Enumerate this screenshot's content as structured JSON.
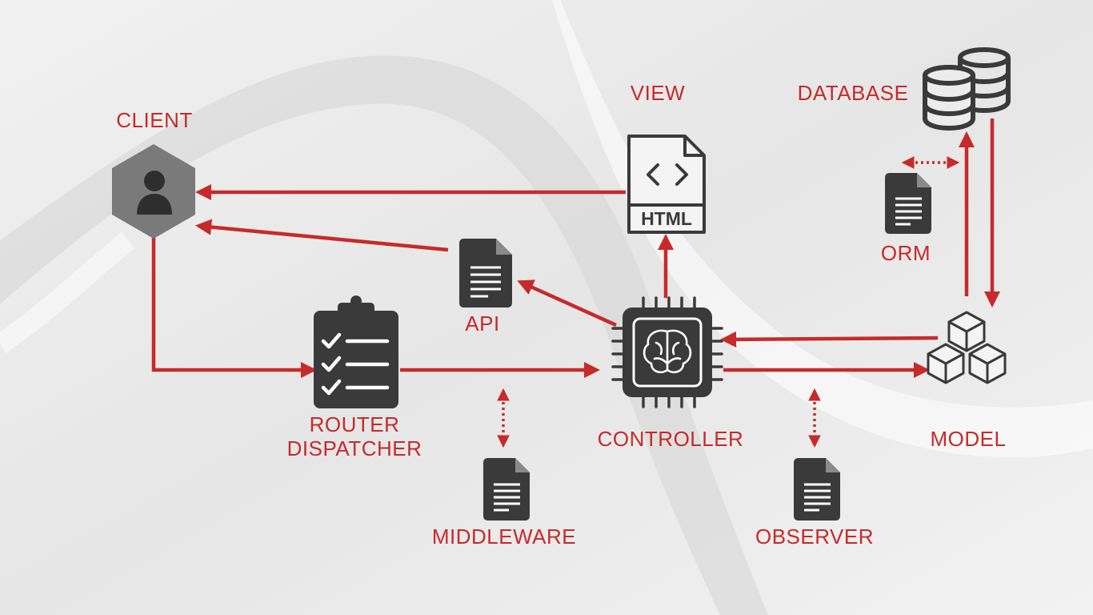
{
  "colors": {
    "accent": "#c72a2a",
    "icon": "#3a3a3a",
    "icon_muted": "#7a7a7a",
    "background": "#ececec"
  },
  "labels": {
    "client": "CLIENT",
    "router_line1": "ROUTER",
    "router_line2": "DISPATCHER",
    "api": "API",
    "middleware": "MIDDLEWARE",
    "view": "VIEW",
    "view_doc_text": "HTML",
    "controller": "CONTROLLER",
    "observer": "OBSERVER",
    "database": "DATABASE",
    "orm": "ORM",
    "model": "MODEL"
  },
  "icons": {
    "client": "user-icon",
    "router": "clipboard-checklist-icon",
    "api": "document-icon",
    "middleware": "document-icon",
    "view": "html-file-icon",
    "controller": "brain-chip-icon",
    "observer": "document-icon",
    "database": "database-icon",
    "orm": "document-icon",
    "model": "cubes-icon"
  },
  "connections": [
    {
      "from": "client",
      "to": "router",
      "style": "solid"
    },
    {
      "from": "router",
      "to": "controller",
      "style": "solid"
    },
    {
      "from": "controller",
      "to": "api",
      "style": "solid"
    },
    {
      "from": "api",
      "to": "client",
      "style": "solid"
    },
    {
      "from": "controller",
      "to": "view",
      "style": "solid"
    },
    {
      "from": "view",
      "to": "client",
      "style": "solid"
    },
    {
      "from": "controller",
      "to": "model",
      "style": "solid"
    },
    {
      "from": "model",
      "to": "controller",
      "style": "solid"
    },
    {
      "from": "model",
      "to": "database",
      "style": "solid"
    },
    {
      "from": "database",
      "to": "model",
      "style": "solid"
    },
    {
      "from": "middleware",
      "to": "router-controller-link",
      "style": "dotted"
    },
    {
      "from": "observer",
      "to": "controller-model-link",
      "style": "dotted"
    },
    {
      "from": "orm",
      "to": "model-database-link",
      "style": "dotted"
    }
  ]
}
